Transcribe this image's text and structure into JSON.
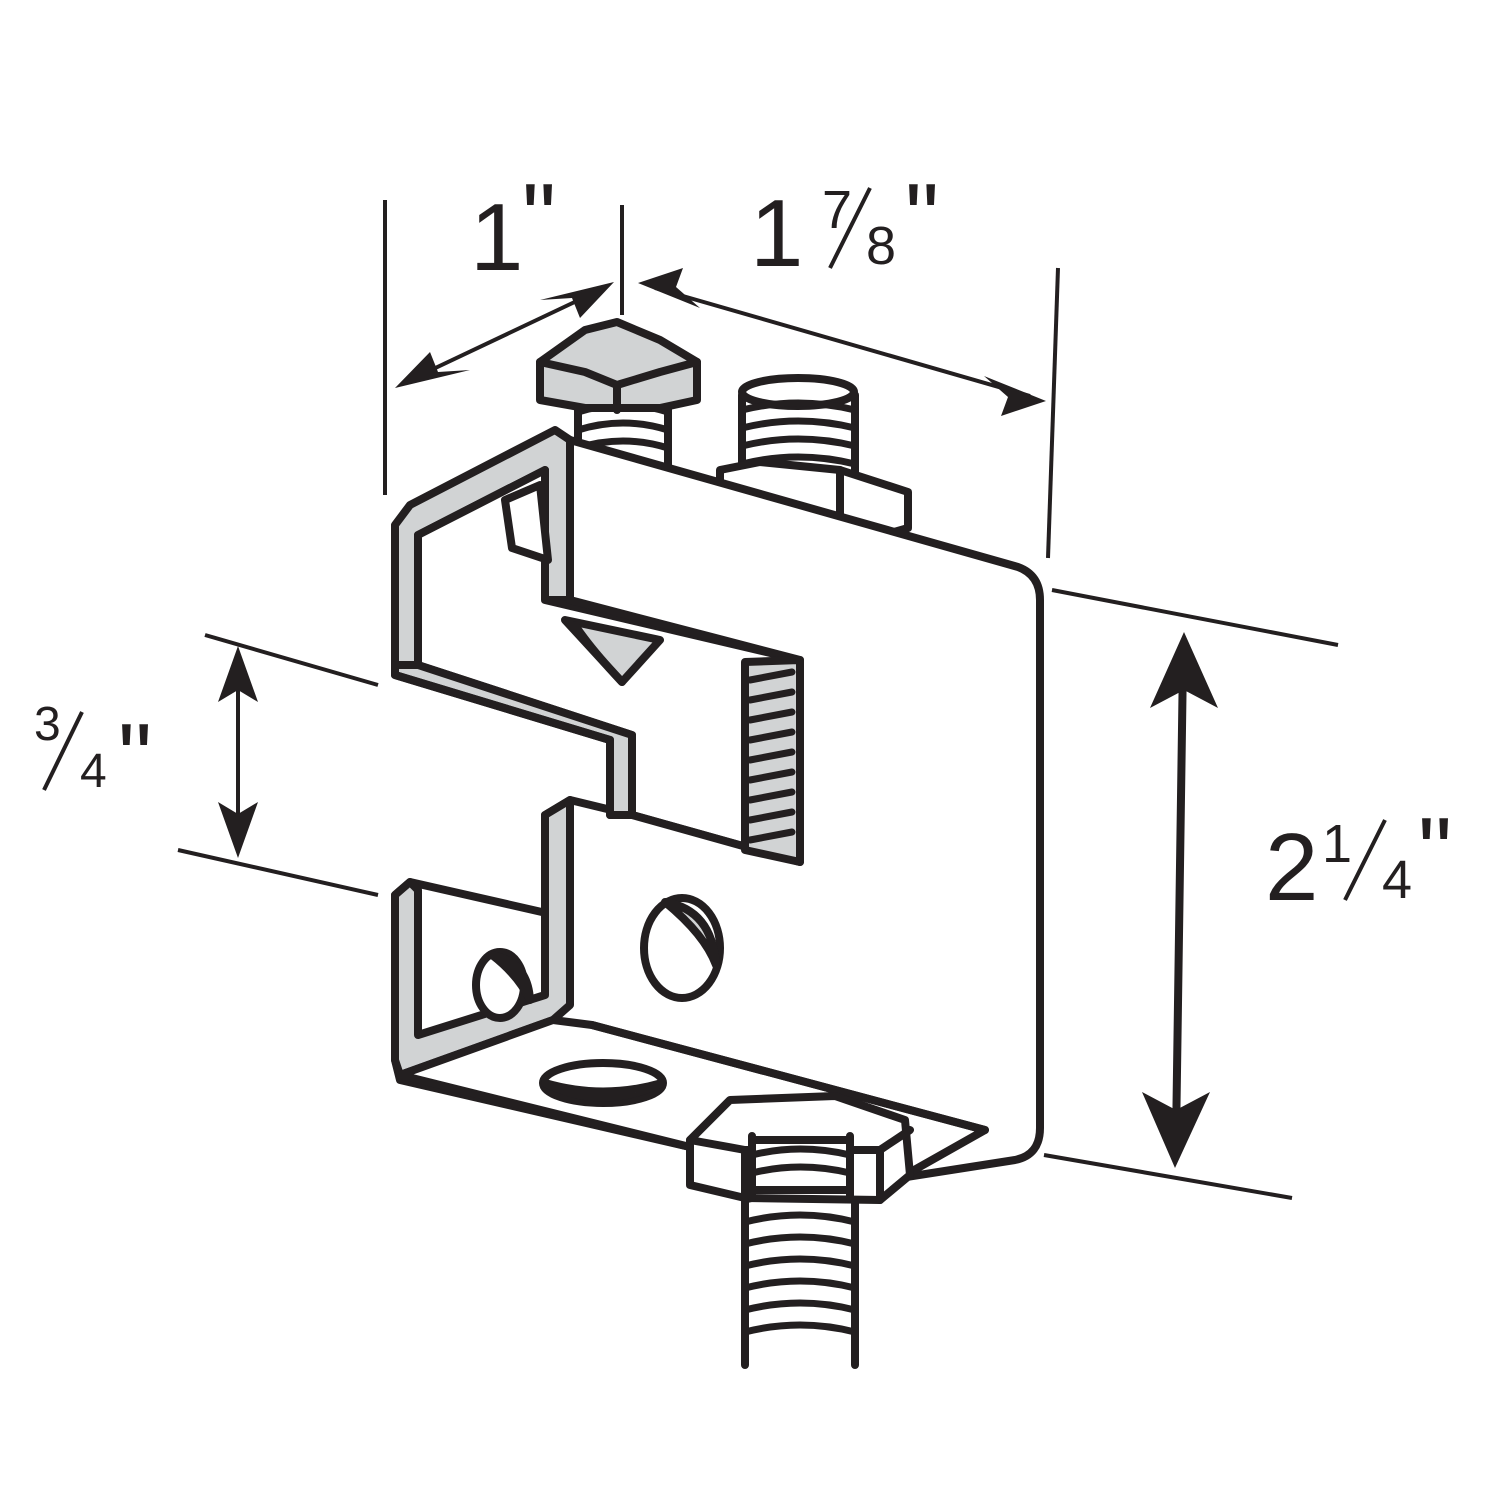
{
  "figure": {
    "dimensions": {
      "width_one": {
        "whole": "1",
        "inch_mark": "\""
      },
      "width_two": {
        "whole": "1",
        "numerator": "7",
        "denominator": "8",
        "inch_mark": "\""
      },
      "gap": {
        "numerator": "3",
        "denominator": "4",
        "inch_mark": "\""
      },
      "height": {
        "whole": "2",
        "numerator": "1",
        "denominator": "4",
        "inch_mark": "\""
      }
    },
    "colors": {
      "line": "#231f20",
      "fill": "#ffffff",
      "shade": "#d1d3d4"
    }
  }
}
